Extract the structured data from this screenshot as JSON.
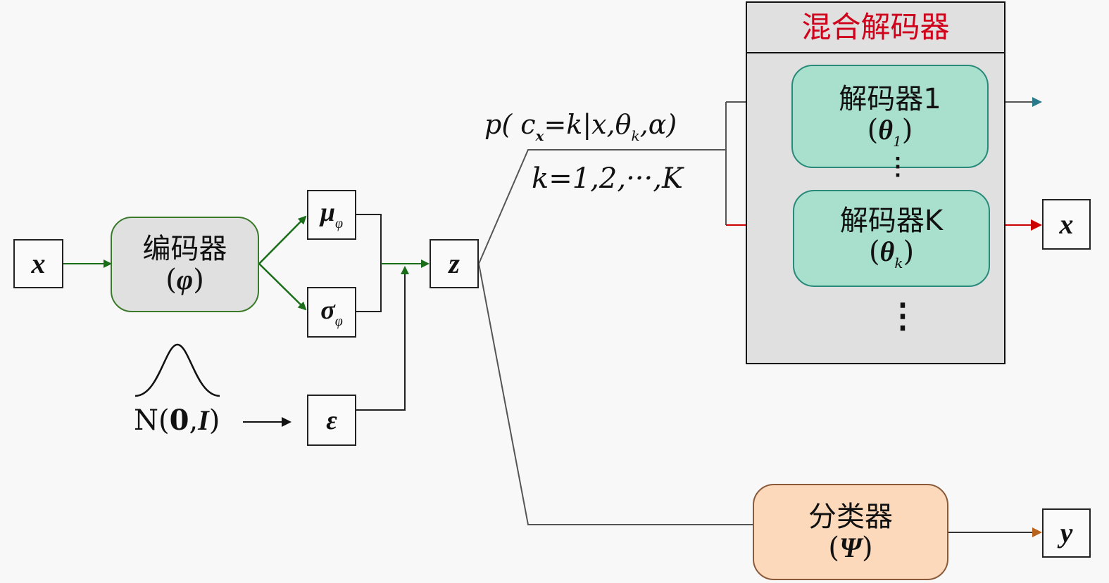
{
  "colors": {
    "green_arrow": "#1a6e1a",
    "teal_arrow": "#2a7a8c",
    "red_arrow": "#cc0000",
    "orange_arrow": "#b8621b",
    "decoder_fill": "#a8dfcd",
    "encoder_fill": "#e0e0e0",
    "classifier_fill": "#fdd9bc",
    "mixture_title": "#d0021b"
  },
  "nodes": {
    "x_input": "x",
    "encoder_title": "编码器",
    "encoder_param": "φ",
    "mu": "μ",
    "mu_sub": "φ",
    "sigma": "σ",
    "sigma_sub": "φ",
    "epsilon": "ε",
    "normal_label_prefix": "N(",
    "normal_label_zero": "0",
    "normal_label_comma": ",",
    "normal_label_I": "I",
    "normal_label_suffix": ")",
    "z": "z",
    "prob_label": "p( c",
    "prob_sub": "x",
    "prob_rest": "=k|x,θ",
    "prob_k": "k",
    "prob_end": ",α)",
    "k_range": "k=1,2,···,K",
    "mixture_title": "混合解码器",
    "decoder1_title": "解码器1",
    "decoder1_param": "θ",
    "decoder1_sub": "1",
    "decoderK_title": "解码器K",
    "decoderK_param": "θ",
    "decoderK_sub": "k",
    "x_output": "x",
    "classifier_title": "分类器",
    "classifier_param": "Ψ",
    "y_output": "y",
    "ellipsis_vertical": "⋮"
  }
}
